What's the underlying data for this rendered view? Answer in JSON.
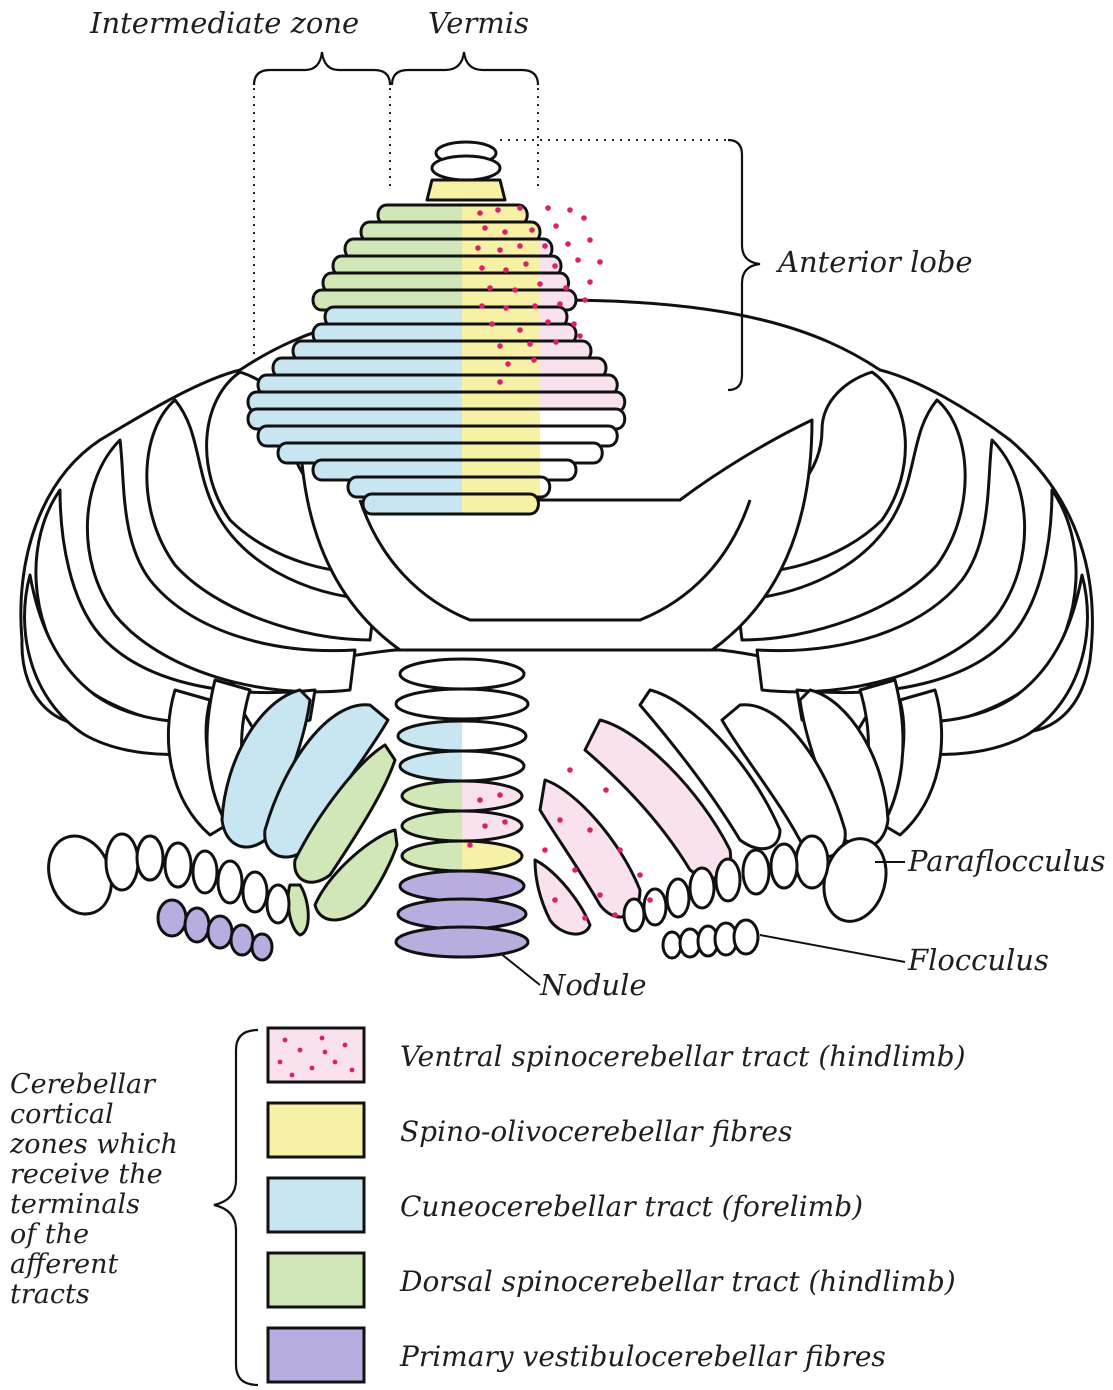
{
  "labels": {
    "intermediate_zone": "Intermediate zone",
    "vermis": "Vermis",
    "anterior_lobe": "Anterior lobe",
    "paraflocculus": "Paraflocculus",
    "flocculus": "Flocculus",
    "nodule": "Nodule"
  },
  "side_caption_lines": [
    "Cerebellar",
    "cortical",
    "zones which",
    "receive the",
    "terminals",
    "of the",
    "afferent",
    "tracts"
  ],
  "legend": [
    {
      "label": "Ventral spinocerebellar tract (hindlimb)",
      "color": "#f9e1ee",
      "pattern": "dots"
    },
    {
      "label": "Spino-olivocerebellar fibres",
      "color": "#f7f1a5",
      "pattern": "solid"
    },
    {
      "label": "Cuneocerebellar tract (forelimb)",
      "color": "#c8e6f2",
      "pattern": "solid"
    },
    {
      "label": "Dorsal spinocerebellar tract (hindlimb)",
      "color": "#d2e7b8",
      "pattern": "solid"
    },
    {
      "label": "Primary vestibulocerebellar fibres",
      "color": "#b9ade0",
      "pattern": "solid"
    }
  ],
  "colors": {
    "dot_color": "#d9226b",
    "outline": "#111111"
  }
}
